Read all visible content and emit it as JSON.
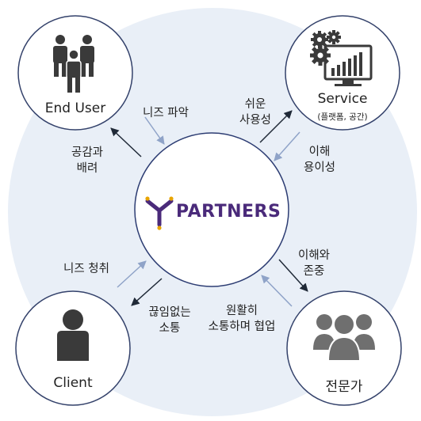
{
  "center": {
    "brand": "PARTNERS",
    "brand_color": "#4a2a7a",
    "accent_color": "#e8a400"
  },
  "nodes": {
    "end_user": {
      "title": "End User",
      "icon": "people-group-icon"
    },
    "service": {
      "title": "Service",
      "subtitle": "(플랫폼, 공간)",
      "icon": "gears-monitor-chart-icon"
    },
    "client": {
      "title": "Client",
      "icon": "person-icon"
    },
    "expert": {
      "title": "전문가",
      "icon": "expert-group-icon"
    }
  },
  "relations": {
    "needs_grasp": "니즈 파악",
    "consideration": [
      "공감과",
      "배려"
    ],
    "easy_use": [
      "쉬운",
      "사용성"
    ],
    "easy_understand": [
      "이해",
      "용이성"
    ],
    "needs_listen": "니즈 청취",
    "seamless": [
      "끊임없는",
      "소통"
    ],
    "respect": [
      "이해와",
      "존중"
    ],
    "collab": [
      "원활히",
      "소통하며 협업"
    ]
  },
  "colors": {
    "background_circle": "#e9eff7",
    "node_border": "#34426b",
    "center_border": "#2d3d73",
    "arrow_dark": "#1f2937",
    "arrow_light": "#8fa3c8",
    "icon_dark": "#3a3a3a",
    "icon_gray": "#6f6f6f"
  }
}
